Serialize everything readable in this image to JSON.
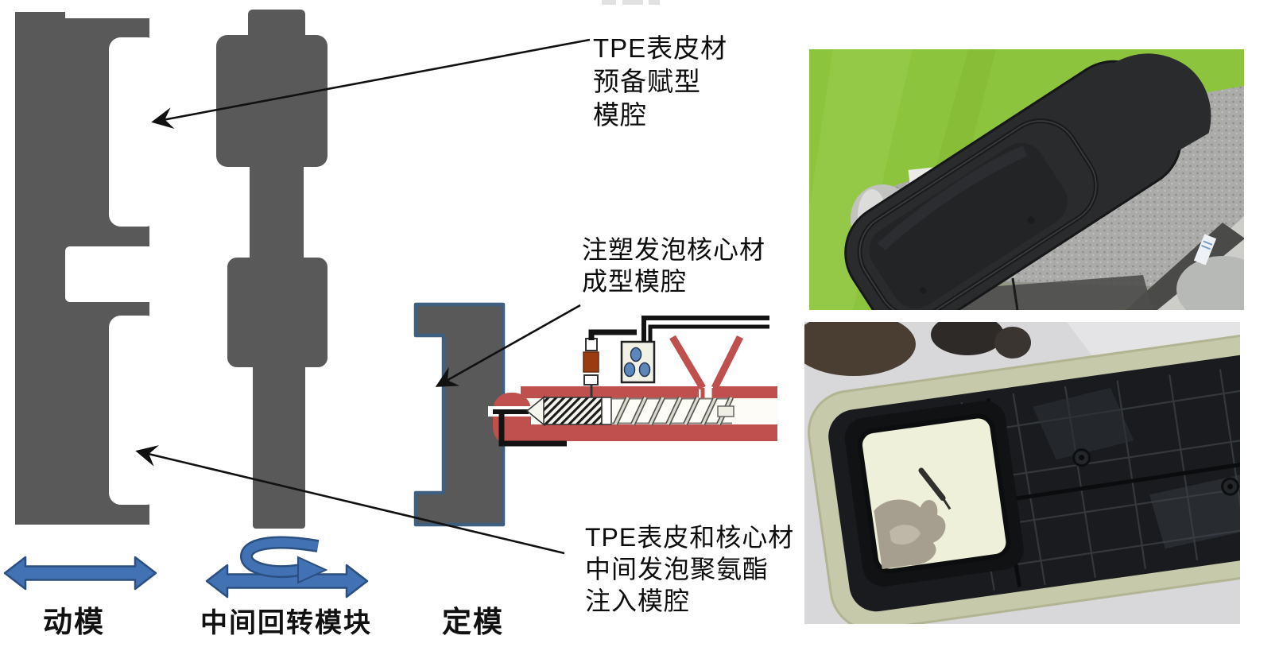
{
  "figure": {
    "type": "process-diagram-with-photos",
    "description_visible_text_only": true
  },
  "callouts": {
    "tpe_preform": {
      "lines": [
        "TPE表皮材",
        "预备赋型",
        "模腔"
      ]
    },
    "core_molding": {
      "lines": [
        "注塑发泡核心材",
        "成型模腔"
      ]
    },
    "pu_injection": {
      "lines": [
        "TPE表皮和核心材",
        "中间发泡聚氨酯",
        "注入模腔"
      ]
    }
  },
  "mold_labels": {
    "movable": "动模",
    "rotary": "中间回转模块",
    "fixed": "定模"
  },
  "icons": {
    "slide_motion": "double-headed-arrow-icon",
    "rotation": "curved-rotation-arrow-icon",
    "callout_pointer": "thin-arrow-icon"
  },
  "colors": {
    "mold_gray": "#595959",
    "fixed_mold_outline": "#3e5f80",
    "arrow_blue": "#4272b4",
    "arrow_blue_dark": "#2a4f80",
    "machine_red": "#c0504d",
    "injector_brown": "#9a3b10",
    "pellet_blue": "#5b87bb",
    "callout_black": "#111111",
    "photo_wall_green": "#8dc43d",
    "photo_foam_ivory": "#edefd8",
    "photo_skin_olive": "#c7c9ab",
    "photo_armrest_charcoal": "#2a2b2d"
  }
}
